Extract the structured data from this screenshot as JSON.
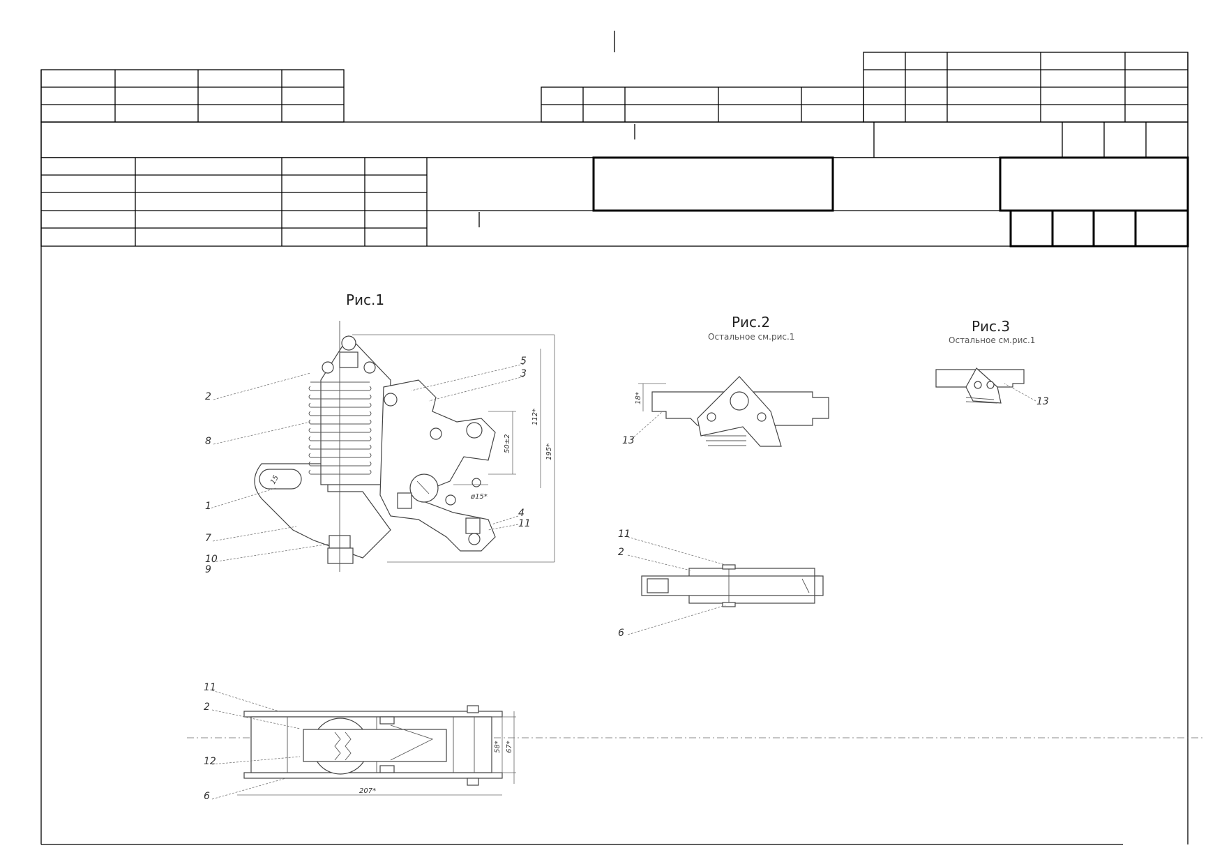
{
  "figures": {
    "fig1": {
      "title": "Рис.1"
    },
    "fig2": {
      "title": "Рис.2",
      "subtitle": "Остальное см.рис.1"
    },
    "fig3": {
      "title": "Рис.3",
      "subtitle": "Остальное см.рис.1"
    }
  },
  "positions": {
    "fig1_left": [
      "2",
      "8",
      "1",
      "7",
      "10",
      "9"
    ],
    "fig1_right": [
      "5",
      "3",
      "4",
      "11"
    ],
    "fig1_bottom": [
      "11",
      "2",
      "12",
      "6"
    ],
    "fig2_top": [
      "13"
    ],
    "fig2_bottom": [
      "11",
      "2",
      "6"
    ],
    "fig3": [
      "13"
    ]
  },
  "dimensions": {
    "d112": "112*",
    "d195": "195*",
    "d50": "50±2",
    "d15": "ø15*",
    "d18": "18*",
    "d58": "58*",
    "d67": "67*",
    "d207": "207*",
    "dslot": "15"
  }
}
